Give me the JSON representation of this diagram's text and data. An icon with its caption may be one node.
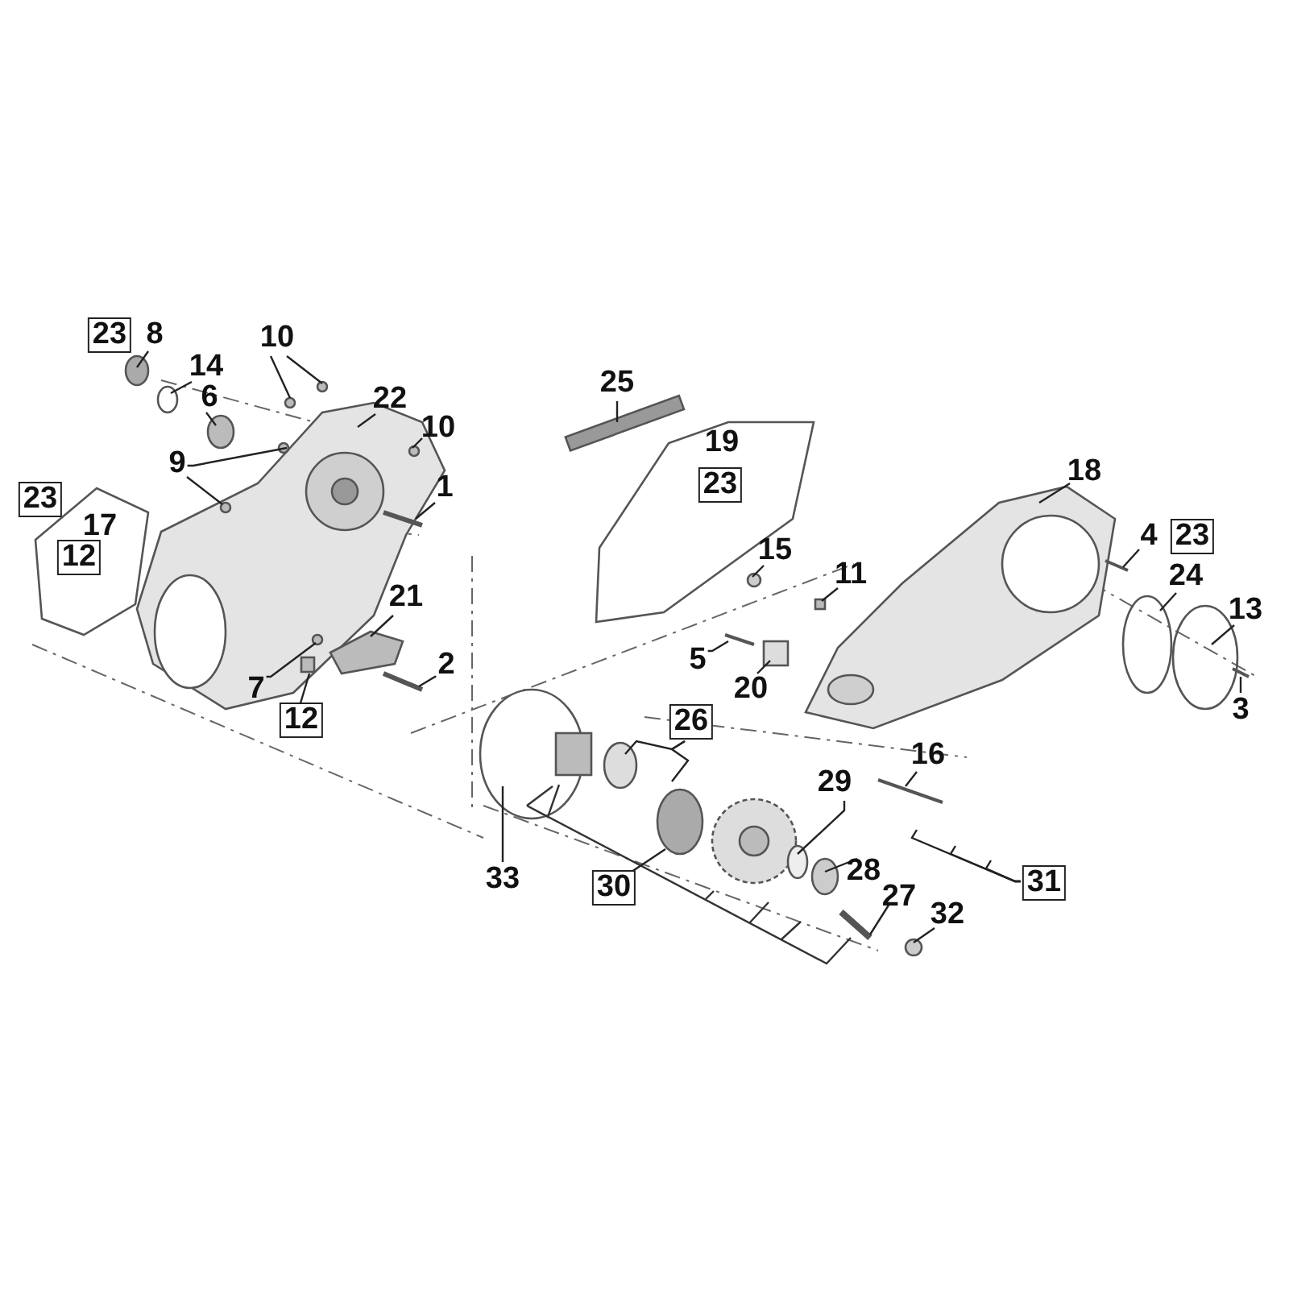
{
  "diagram": {
    "nodes": [
      {
        "text": [
          "23"
        ]
      },
      {
        "text": [
          "8"
        ]
      },
      {
        "text": [
          "14"
        ]
      },
      {
        "text": [
          "6"
        ]
      },
      {
        "text": [
          "10"
        ]
      },
      {
        "text": [
          "22"
        ]
      },
      {
        "text": [
          "10"
        ]
      },
      {
        "text": [
          "9"
        ]
      },
      {
        "text": [
          "1"
        ]
      },
      {
        "text": [
          "23"
        ]
      },
      {
        "text": [
          "12"
        ]
      },
      {
        "text": [
          "21"
        ]
      },
      {
        "text": [
          "2"
        ]
      },
      {
        "text": [
          "7"
        ]
      },
      {
        "text": [
          "12"
        ]
      },
      {
        "text": [
          "25"
        ]
      },
      {
        "text": [
          "23"
        ]
      },
      {
        "text": [
          "18"
        ]
      },
      {
        "text": [
          "15"
        ]
      },
      {
        "text": [
          "11"
        ]
      },
      {
        "text": [
          "4"
        ]
      },
      {
        "text": [
          "23"
        ]
      },
      {
        "text": [
          "24"
        ]
      },
      {
        "text": [
          "13"
        ]
      },
      {
        "text": [
          "5"
        ]
      },
      {
        "text": [
          "20"
        ]
      },
      {
        "text": [
          "3"
        ]
      },
      {
        "text": [
          "26"
        ]
      },
      {
        "text": [
          "16"
        ]
      },
      {
        "text": [
          "29"
        ]
      },
      {
        "text": [
          "28"
        ]
      },
      {
        "text": [
          "27"
        ]
      },
      {
        "text": [
          "32"
        ]
      },
      {
        "text": [
          "31"
        ]
      },
      {
        "text": [
          "30"
        ]
      },
      {
        "text": [
          "33"
        ]
      }
    ],
    "edges": [
      {
        "from": 1,
        "to": null,
        "arrow": "none"
      },
      {
        "from": 2,
        "to": null,
        "arrow": "none"
      },
      {
        "from": 3,
        "to": null,
        "arrow": "none"
      },
      {
        "from": 4,
        "to": null,
        "arrow": "none"
      },
      {
        "from": 4,
        "to": null,
        "arrow": "none"
      },
      {
        "from": 5,
        "to": null,
        "arrow": "none"
      },
      {
        "from": 6,
        "to": null,
        "arrow": "none"
      },
      {
        "from": 7,
        "to": null,
        "arrow": "none"
      },
      {
        "from": 7,
        "to": null,
        "arrow": "none"
      },
      {
        "from": 8,
        "to": null,
        "arrow": "none"
      },
      {
        "from": 11,
        "to": null,
        "arrow": "none"
      },
      {
        "from": 12,
        "to": null,
        "arrow": "none"
      },
      {
        "from": 13,
        "to": null,
        "arrow": "none"
      },
      {
        "from": 14,
        "to": null,
        "arrow": "none"
      },
      {
        "from": 15,
        "to": null,
        "arrow": "none"
      },
      {
        "from": 17,
        "to": null,
        "arrow": "none"
      },
      {
        "from": 18,
        "to": null,
        "arrow": "none"
      },
      {
        "from": 19,
        "to": null,
        "arrow": "none"
      },
      {
        "from": 20,
        "to": null,
        "arrow": "none"
      },
      {
        "from": 22,
        "to": null,
        "arrow": "none"
      },
      {
        "from": 23,
        "to": null,
        "arrow": "none"
      },
      {
        "from": 24,
        "to": null,
        "arrow": "none"
      },
      {
        "from": 25,
        "to": null,
        "arrow": "none"
      },
      {
        "from": 26,
        "to": null,
        "arrow": "none"
      },
      {
        "from": 27,
        "to": null,
        "arrow": "none"
      },
      {
        "from": 27,
        "to": null,
        "arrow": "none"
      },
      {
        "from": 28,
        "to": null,
        "arrow": "none"
      },
      {
        "from": 29,
        "to": null,
        "arrow": "none"
      },
      {
        "from": 30,
        "to": null,
        "arrow": "none"
      },
      {
        "from": 31,
        "to": null,
        "arrow": "none"
      },
      {
        "from": 32,
        "to": null,
        "arrow": "none"
      },
      {
        "from": 33,
        "to": null,
        "arrow": "none"
      },
      {
        "from": 33,
        "to": null,
        "arrow": "none"
      },
      {
        "from": 33,
        "to": null,
        "arrow": "none"
      },
      {
        "from": 34,
        "to": null,
        "arrow": "none"
      },
      {
        "from": 35,
        "to": null,
        "arrow": "none"
      }
    ],
    "labels": [
      "17",
      "19"
    ]
  }
}
